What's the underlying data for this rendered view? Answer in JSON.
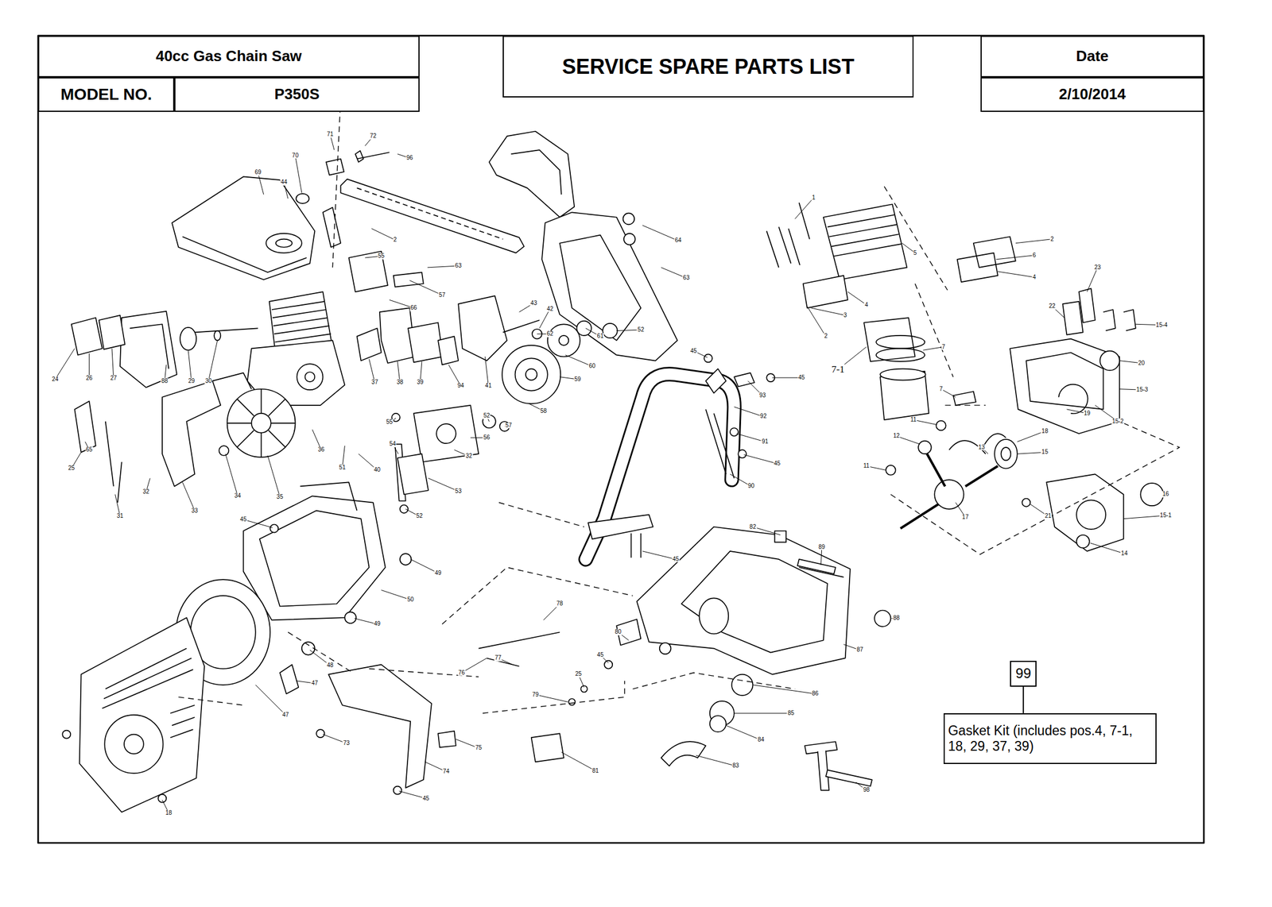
{
  "diagram": {
    "nodes": [
      {
        "text": [
          "40cc Gas Chain Saw"
        ]
      },
      {
        "text": [
          "SERVICE SPARE PARTS LIST"
        ]
      },
      {
        "text": [
          "Date"
        ]
      },
      {
        "text": [
          "MODEL NO."
        ]
      },
      {
        "text": [
          "P350S"
        ]
      },
      {
        "text": [
          "2/10/2014"
        ]
      },
      {
        "text": [
          "99"
        ]
      },
      {
        "text": [
          "Gasket Kit (includes pos.4, 7-1, 18, 29, 37, 39)"
        ]
      }
    ],
    "edges": [
      {
        "from": 6,
        "to": 7,
        "arrow": "none"
      }
    ],
    "labels": [
      "71",
      "72",
      "96",
      "69",
      "44",
      "70",
      "2",
      "55",
      "63",
      "57",
      "66",
      "43",
      "42",
      "24",
      "26",
      "27",
      "88",
      "29",
      "30",
      "37",
      "38",
      "39",
      "94",
      "41",
      "62",
      "61",
      "60",
      "59",
      "25",
      "65",
      "31",
      "32",
      "33",
      "34",
      "35",
      "36",
      "51",
      "40",
      "55",
      "54",
      "52",
      "57",
      "58",
      "56",
      "32",
      "53",
      "52",
      "45",
      "49",
      "50",
      "49",
      "48",
      "47",
      "47",
      "18",
      "73",
      "75",
      "74",
      "45",
      "81",
      "64",
      "63",
      "52",
      "45",
      "45",
      "93",
      "92",
      "91",
      "45",
      "90",
      "45",
      "82",
      "89",
      "88",
      "87",
      "86",
      "85",
      "84",
      "83",
      "98",
      "78",
      "77",
      "76",
      "80",
      "45",
      "25",
      "79",
      "1",
      "5",
      "2",
      "6",
      "4",
      "4",
      "3",
      "2",
      "7-1",
      "7",
      "23",
      "22",
      "15-4",
      "20",
      "15-3",
      "7",
      "11",
      "12",
      "11",
      "15-2",
      "19",
      "18",
      "13",
      "15",
      "16",
      "17",
      "21",
      "15-1",
      "14"
    ]
  }
}
